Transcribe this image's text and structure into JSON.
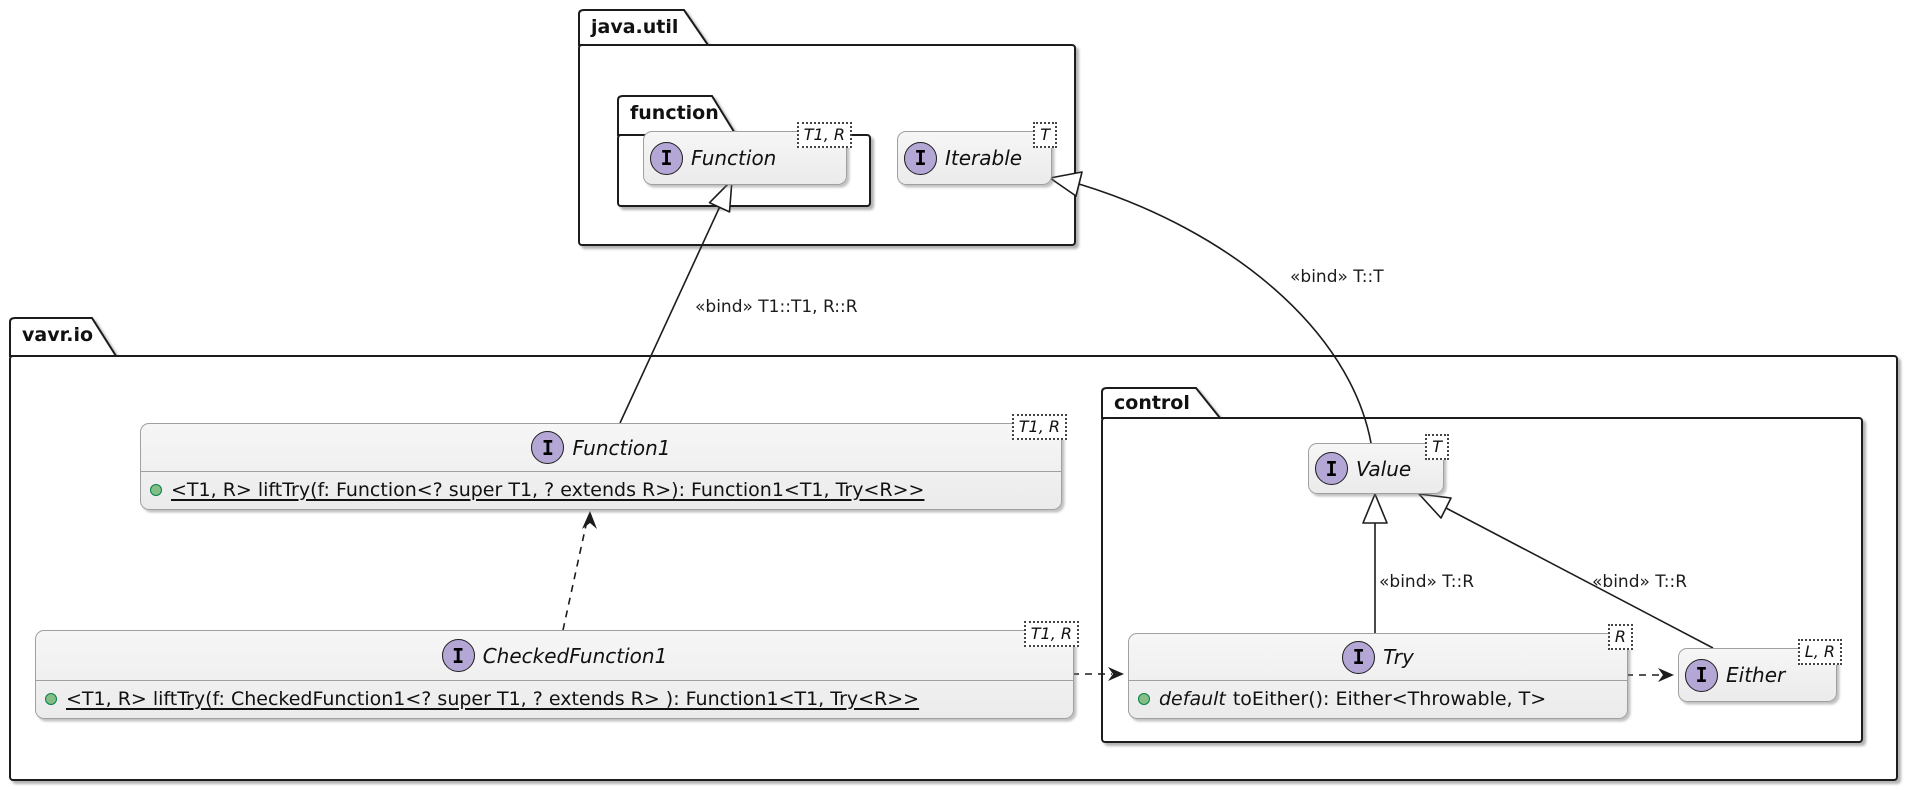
{
  "diagram": {
    "spot_letter": "I",
    "packages": {
      "java_util": {
        "label": "java.util"
      },
      "function_pkg": {
        "label": "function"
      },
      "vavr_io": {
        "label": "vavr.io"
      },
      "control": {
        "label": "control"
      }
    },
    "interfaces": {
      "function": {
        "name": "Function",
        "generics": "T1, R"
      },
      "iterable": {
        "name": "Iterable",
        "generics": "T"
      },
      "function1": {
        "name": "Function1",
        "generics": "T1, R",
        "method": "<T1, R> liftTry(f: Function<? super T1, ? extends R>): Function1<T1, Try<R>>"
      },
      "checked_function1": {
        "name": "CheckedFunction1",
        "generics": "T1, R",
        "method": "<T1, R> liftTry(f: CheckedFunction1<? super T1, ? extends R> ): Function1<T1, Try<R>>"
      },
      "value": {
        "name": "Value",
        "generics": "T"
      },
      "try": {
        "name": "Try",
        "generics": "R",
        "method_modifier": "default",
        "method": "toEither(): Either<Throwable, T>"
      },
      "either": {
        "name": "Either",
        "generics": "L, R"
      }
    },
    "edge_labels": {
      "function1_to_function": "«bind» T1::T1, R::R",
      "value_to_iterable": "«bind» T::T",
      "try_to_value": "«bind» T::R",
      "either_to_value": "«bind» T::R"
    },
    "colors": {
      "interface_spot": "#B4A7D6",
      "class_background": "#F1F1F1",
      "package_border": "#1c1c1c",
      "class_border": "#a0a0a0",
      "public_dot": "#84BE84",
      "public_dot_border": "#038048"
    }
  }
}
